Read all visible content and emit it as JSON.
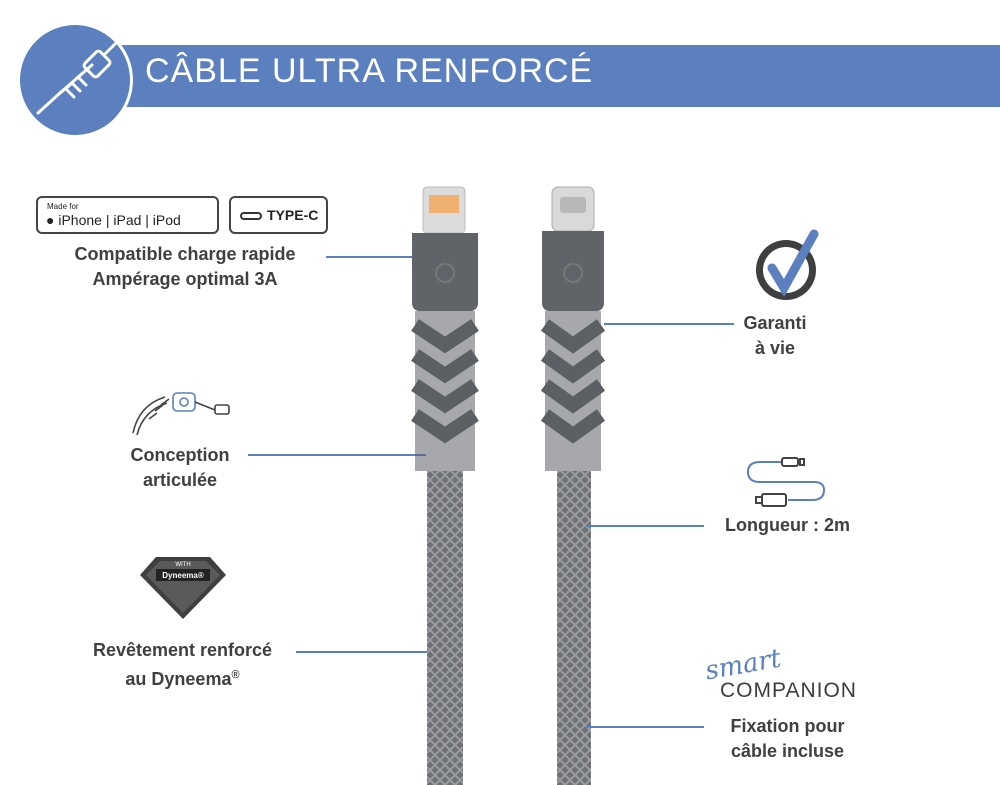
{
  "banner": {
    "title": "CÂBLE ULTRA RENFORCÉ"
  },
  "badges": {
    "mfi_small": "Made for",
    "mfi_devices": "iPhone | iPad | iPod",
    "typec": "TYPE-C"
  },
  "features": {
    "compat_line1": "Compatible charge rapide",
    "compat_line2": "Ampérage optimal 3A",
    "articulated_line1": "Conception",
    "articulated_line2": "articulée",
    "coating_line1": "Revêtement renforcé",
    "coating_line2": "au Dyneema",
    "coating_reg": "®",
    "warranty_line1": "Garanti",
    "warranty_line2": "à vie",
    "length": "Longueur : 2m",
    "fixation_line1": "Fixation pour",
    "fixation_line2": "câble incluse"
  },
  "dyneema": {
    "with": "WITH",
    "name": "Dyneema®"
  },
  "brand": {
    "smart": "smart",
    "companion": "COMPANION"
  },
  "colors": {
    "accent": "#5b7fbf",
    "cable": "#6b6e72",
    "text": "#3d3d3d"
  }
}
